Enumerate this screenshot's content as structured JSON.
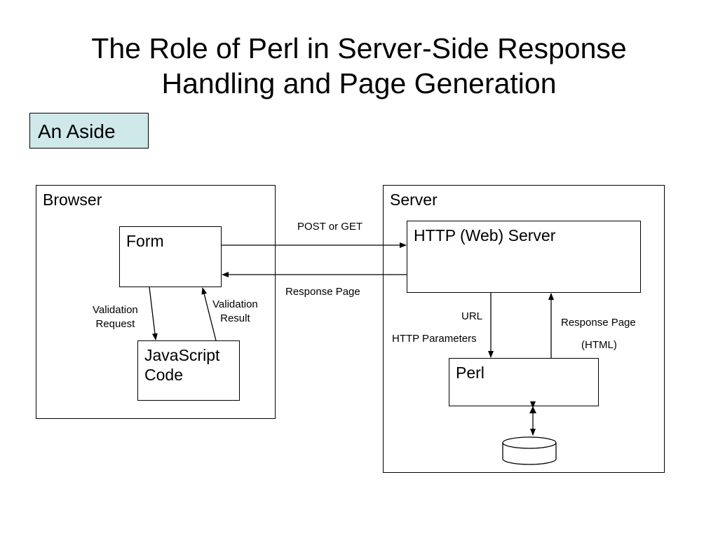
{
  "title": {
    "line1": "The Role of Perl in Server-Side Response",
    "line2": "Handling and Page Generation"
  },
  "aside_label": "An Aside",
  "diagram": {
    "browser": {
      "label": "Browser",
      "form_label": "Form",
      "js_code_label": "JavaScript\nCode",
      "validation_request": "Validation\nRequest",
      "validation_result": "Validation\nResult"
    },
    "server": {
      "label": "Server",
      "http_server_label": "HTTP (Web) Server",
      "perl_label": "Perl",
      "url_label": "URL",
      "http_parameters_label": "HTTP Parameters",
      "response_page_label": "Response Page",
      "html_label": "(HTML)"
    },
    "post_or_get_label": "POST or GET",
    "response_page_label": "Response Page"
  }
}
